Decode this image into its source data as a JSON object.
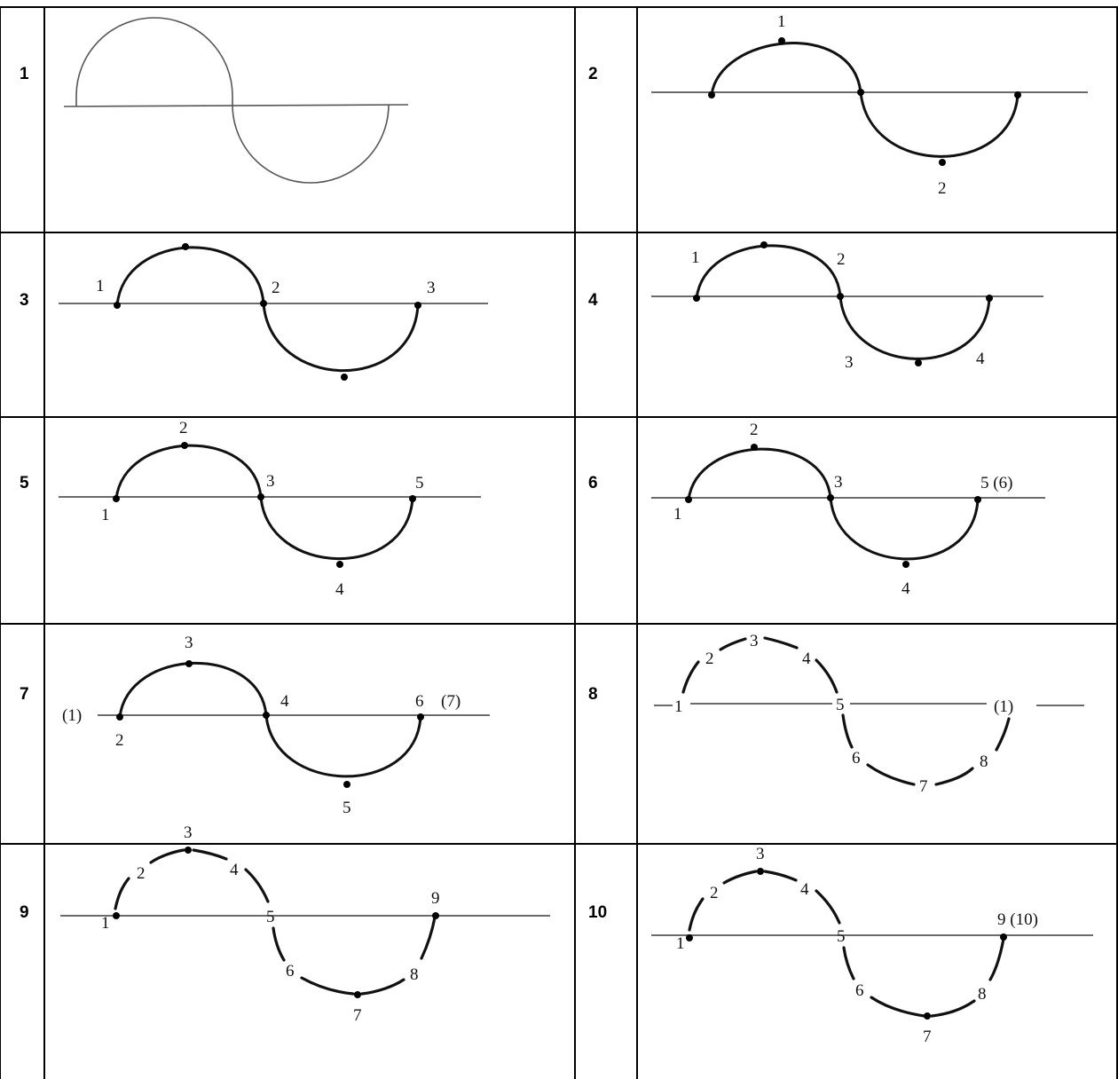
{
  "steps": [
    {
      "id": "1",
      "labels": []
    },
    {
      "id": "2",
      "labels": [
        "1",
        "2"
      ]
    },
    {
      "id": "3",
      "labels": [
        "1",
        "2",
        "3"
      ]
    },
    {
      "id": "4",
      "labels": [
        "1",
        "2",
        "3",
        "4"
      ]
    },
    {
      "id": "5",
      "labels": [
        "1",
        "2",
        "3",
        "4",
        "5"
      ]
    },
    {
      "id": "6",
      "labels": [
        "1",
        "2",
        "3",
        "4",
        "5 (6)"
      ]
    },
    {
      "id": "7",
      "labels": [
        "(1)",
        "2",
        "3",
        "4",
        "5",
        "6",
        "(7)"
      ]
    },
    {
      "id": "8",
      "labels": [
        "1",
        "2",
        "3",
        "4",
        "5",
        "6",
        "7",
        "8",
        "(1)"
      ]
    },
    {
      "id": "9",
      "labels": [
        "1",
        "2",
        "3",
        "4",
        "5",
        "6",
        "7",
        "8",
        "9"
      ]
    },
    {
      "id": "10",
      "labels": [
        "1",
        "2",
        "3",
        "4",
        "5",
        "6",
        "7",
        "8",
        "9 (10)"
      ]
    }
  ]
}
